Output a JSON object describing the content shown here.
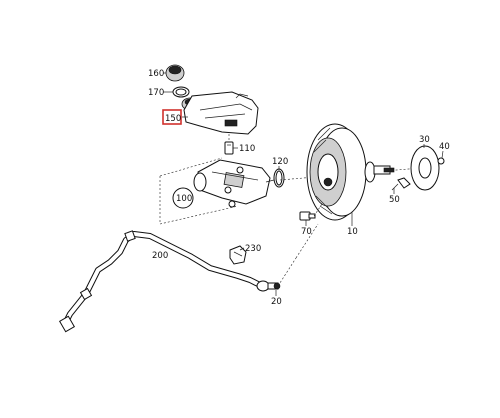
{
  "diagram": {
    "callouts": [
      {
        "id": "160",
        "text": "160"
      },
      {
        "id": "170",
        "text": "170"
      },
      {
        "id": "150",
        "text": "150",
        "highlighted": true
      },
      {
        "id": "110",
        "text": "110"
      },
      {
        "id": "120",
        "text": "120"
      },
      {
        "id": "100",
        "text": "100"
      },
      {
        "id": "30",
        "text": "30"
      },
      {
        "id": "40",
        "text": "40"
      },
      {
        "id": "50",
        "text": "50"
      },
      {
        "id": "70",
        "text": "70"
      },
      {
        "id": "10",
        "text": "10"
      },
      {
        "id": "230",
        "text": "230"
      },
      {
        "id": "200",
        "text": "200"
      },
      {
        "id": "20",
        "text": "20"
      }
    ],
    "colors": {
      "line": "#222222",
      "highlight_box": "#d0312d",
      "background": "#ffffff"
    }
  }
}
